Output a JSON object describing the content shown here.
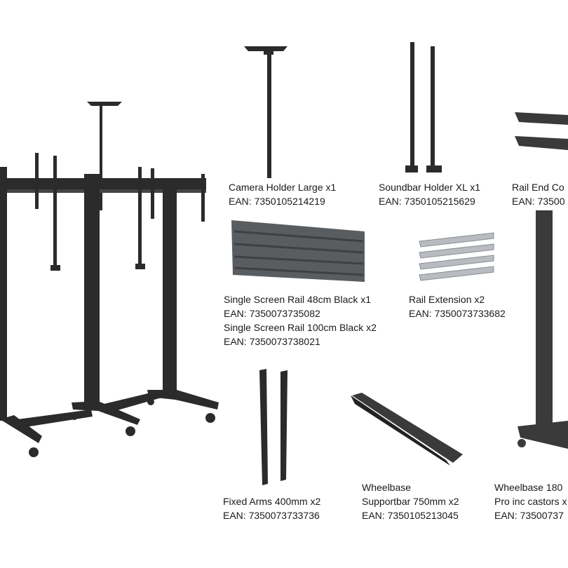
{
  "parts": [
    {
      "id": "camera-holder",
      "name": "Camera Holder Large x1",
      "ean": "EAN: 7350105214219"
    },
    {
      "id": "soundbar-holder",
      "name": "Soundbar Holder XL x1",
      "ean": "EAN: 7350105215629"
    },
    {
      "id": "rail-end-cover",
      "name": "Rail End Co",
      "ean": "EAN: 73500"
    },
    {
      "id": "single-screen-rail",
      "name": "Single Screen Rail 48cm Black x1",
      "ean": "EAN: 7350073735082",
      "name2": "Single Screen Rail 100cm Black x2",
      "ean2": "EAN: 7350073738021"
    },
    {
      "id": "rail-extension",
      "name": "Rail Extension x2",
      "ean": "EAN: 7350073733682"
    },
    {
      "id": "fixed-arms",
      "name": "Fixed Arms 400mm x2",
      "ean": "EAN: 7350073733736"
    },
    {
      "id": "wheelbase-supportbar",
      "name": "Wheelbase",
      "name_line2": "Supportbar 750mm x2",
      "ean": "EAN: 7350105213045"
    },
    {
      "id": "wheelbase-pro",
      "name": "Wheelbase 180",
      "name_line2": "Pro inc castors x",
      "ean": "EAN: 73500737"
    }
  ],
  "colors": {
    "metal": "#2b2b2b",
    "metal_light": "#4a4a4a",
    "rail_grey": "#5a5d60",
    "silver": "#b8bcc0",
    "text": "#1a1a1a"
  }
}
